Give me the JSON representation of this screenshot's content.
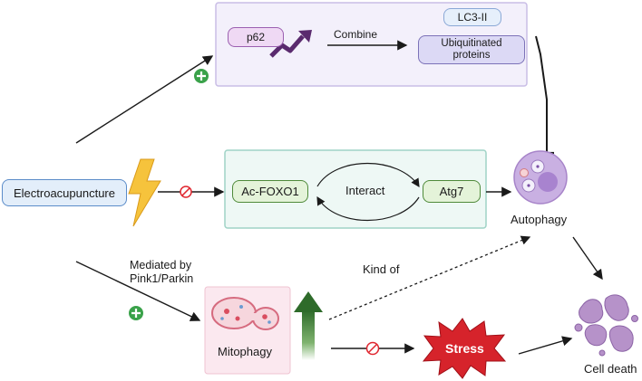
{
  "diagram": {
    "electroacupuncture": "Electroacupuncture",
    "p62": "p62",
    "combine": "Combine",
    "lc3": "LC3-II",
    "ubiquitinated": "Ubiquitinated proteins",
    "acfoxo1": "Ac-FOXO1",
    "interact": "Interact",
    "atg7": "Atg7",
    "autophagy": "Autophagy",
    "mediated": "Mediated by Pink1/Parkin",
    "kind_of": "Kind of",
    "mitophagy": "Mitophagy",
    "stress": "Stress",
    "cell_death": "Cell death"
  },
  "colors": {
    "top_box_bg": "#f3f0fb",
    "top_box_border": "#c9bde6",
    "mid_box_bg": "#eef8f5",
    "mid_box_border": "#9fd3c6",
    "p62_fill": "#efd9f4",
    "p62_border": "#9b5fb0",
    "lc3_fill": "#e6effb",
    "ubiq_fill": "#dcd9f5",
    "green_pill_fill": "#e4f3d9",
    "green_pill_border": "#4f8a3a",
    "electro_fill": "#e3eefa",
    "electro_border": "#5b8cc9",
    "stress_red": "#d6232b",
    "plus_green": "#3aa24a",
    "inhibit_red": "#e0262f",
    "mito_box_bg": "#fbe8ef",
    "arrow_green": "#2e6b2a"
  }
}
